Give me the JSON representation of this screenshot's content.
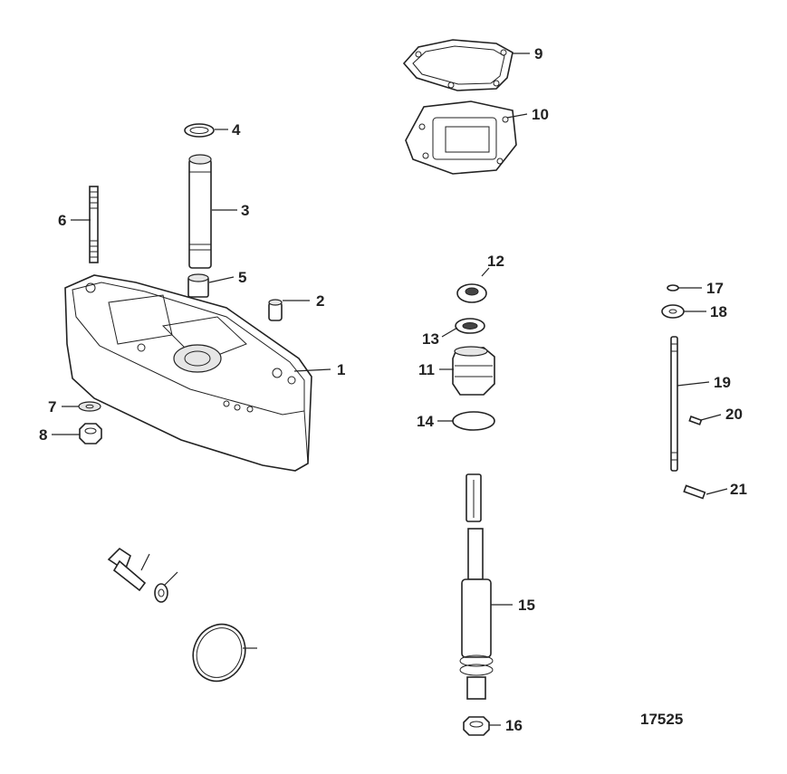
{
  "figure_number": "17525",
  "callouts": [
    "1",
    "2",
    "3",
    "4",
    "5",
    "6",
    "7",
    "8",
    "9",
    "10",
    "11",
    "12",
    "13",
    "14",
    "15",
    "16",
    "17",
    "18",
    "19",
    "20",
    "21"
  ]
}
